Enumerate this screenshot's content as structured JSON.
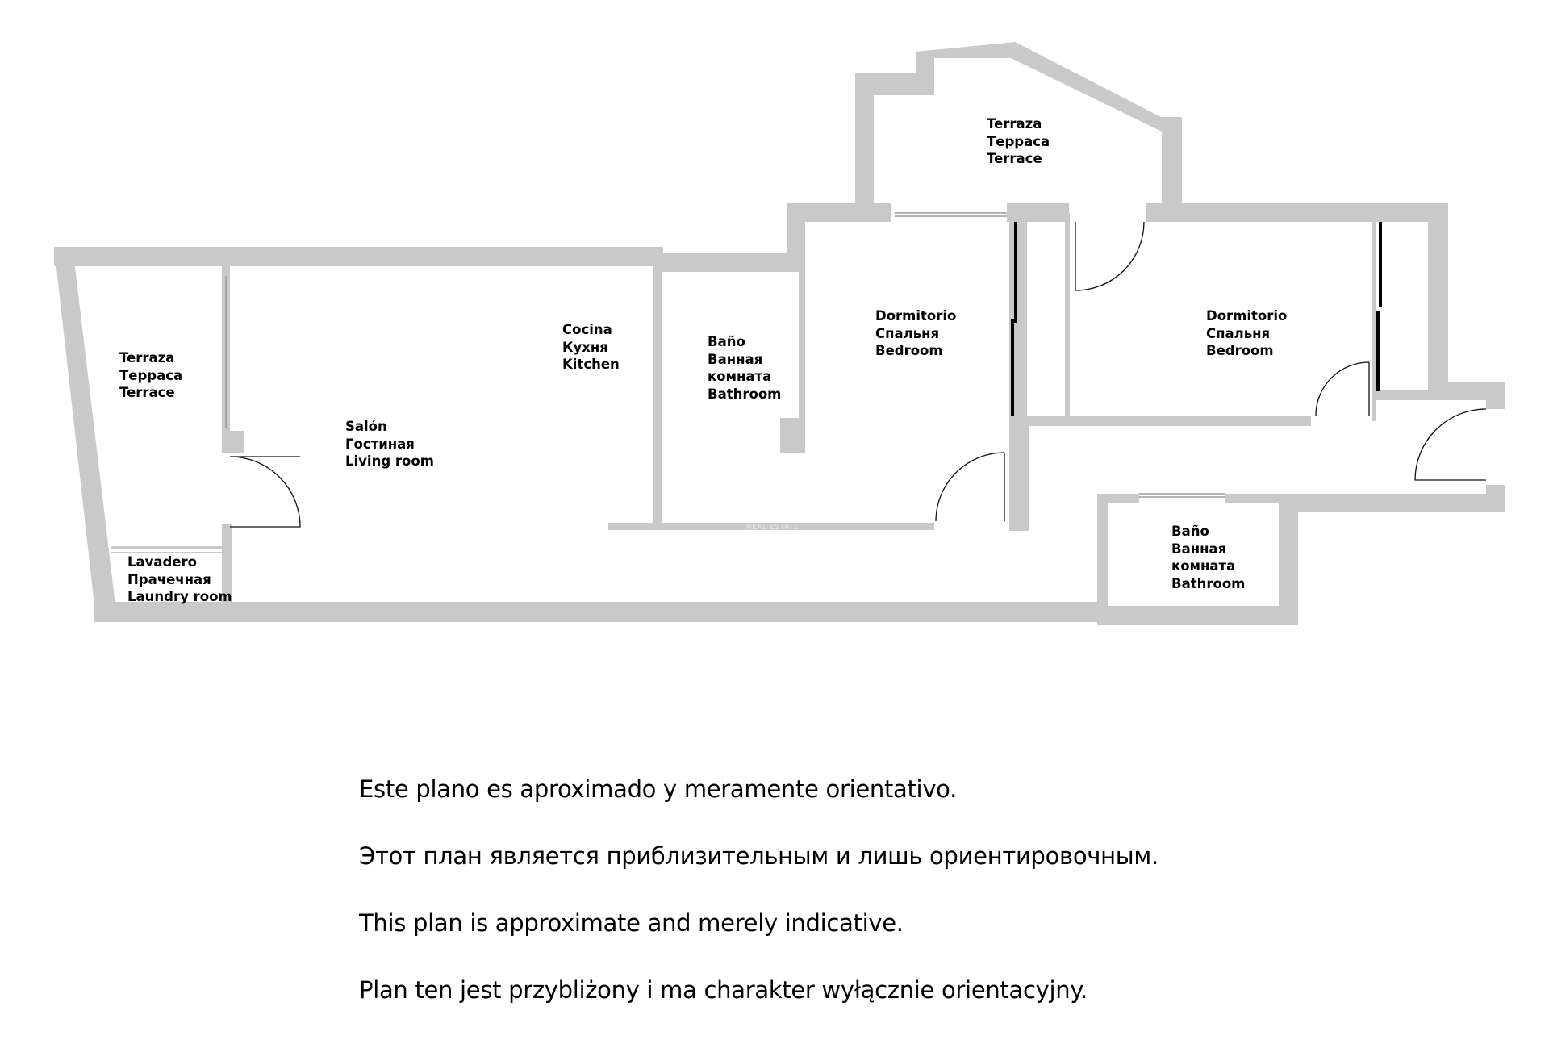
{
  "rooms": {
    "terrace_left": [
      "Terraza",
      "Терраса",
      "Terrace"
    ],
    "laundry": [
      "Lavadero",
      "Прачечная",
      "Laundry room"
    ],
    "living_room": [
      "Salón",
      "Гостиная",
      "Living room"
    ],
    "kitchen": [
      "Cocina",
      "Кухня",
      "Kitchen"
    ],
    "bathroom_1": [
      "Baño",
      "Ванная",
      "комната",
      "Bathroom"
    ],
    "bedroom_1": [
      "Dormitorio",
      "Спальня",
      "Bedroom"
    ],
    "terrace_top": [
      "Terraza",
      "Терраса",
      "Terrace"
    ],
    "bedroom_2": [
      "Dormitorio",
      "Спальня",
      "Bedroom"
    ],
    "bathroom_2": [
      "Baño",
      "Ванная",
      "комната",
      "Bathroom"
    ]
  },
  "disclaimers": [
    "Este plano es aproximado y meramente orientativo.",
    "Этот план является приблизительным и лишь ориентировочным.",
    "This plan is approximate and merely indicative.",
    "Plan ten jest przybliżony i ma charakter wyłącznie orientacyjny."
  ],
  "watermark": "REAL ESTATE",
  "colors": {
    "wall": "#c9c9c9",
    "text": "#000000",
    "background": "#ffffff"
  }
}
